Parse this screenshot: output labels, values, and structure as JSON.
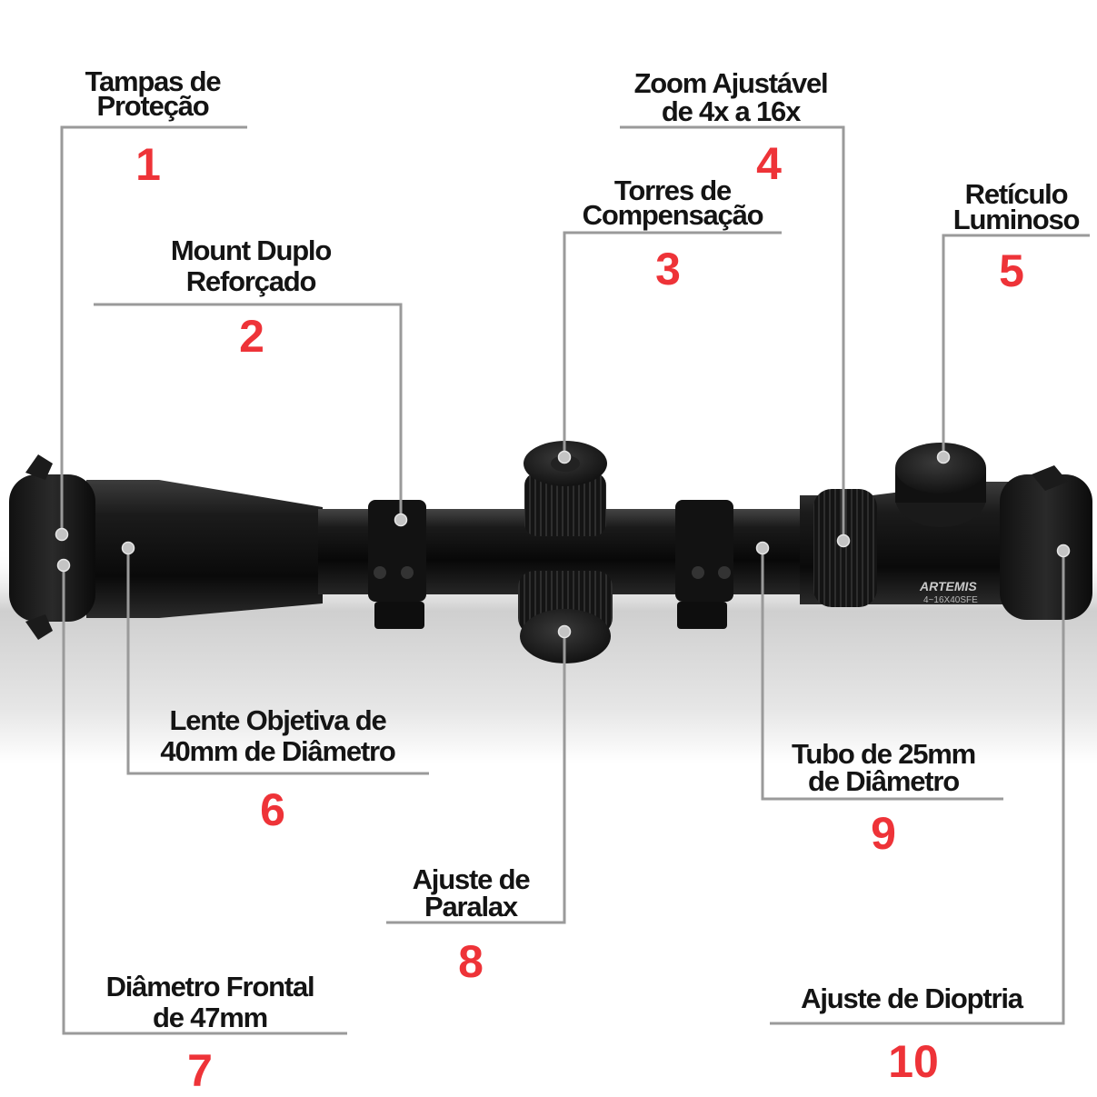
{
  "callouts": [
    {
      "number": "1",
      "lines": [
        "Tampas de",
        "Proteção"
      ]
    },
    {
      "number": "2",
      "lines": [
        "Mount Duplo",
        "Reforçado"
      ]
    },
    {
      "number": "3",
      "lines": [
        "Torres de",
        "Compensação"
      ]
    },
    {
      "number": "4",
      "lines": [
        "Zoom Ajustável",
        "de 4x a 16x"
      ]
    },
    {
      "number": "5",
      "lines": [
        "Retículo",
        "Luminoso"
      ]
    },
    {
      "number": "6",
      "lines": [
        "Lente Objetiva de",
        "40mm de Diâmetro"
      ]
    },
    {
      "number": "7",
      "lines": [
        "Diâmetro Frontal",
        "de 47mm"
      ]
    },
    {
      "number": "8",
      "lines": [
        "Ajuste de",
        "Paralax"
      ]
    },
    {
      "number": "9",
      "lines": [
        "Tubo de 25mm",
        "de Diâmetro"
      ]
    },
    {
      "number": "10",
      "lines": [
        "Ajuste de Dioptria"
      ]
    }
  ],
  "scope": {
    "brand": "ARTEMIS",
    "model": "4~16X40SFE"
  },
  "colors": {
    "number": "#ee3338",
    "label": "#141414",
    "leader": "#9a9a9a",
    "scope_body": "#161616"
  }
}
